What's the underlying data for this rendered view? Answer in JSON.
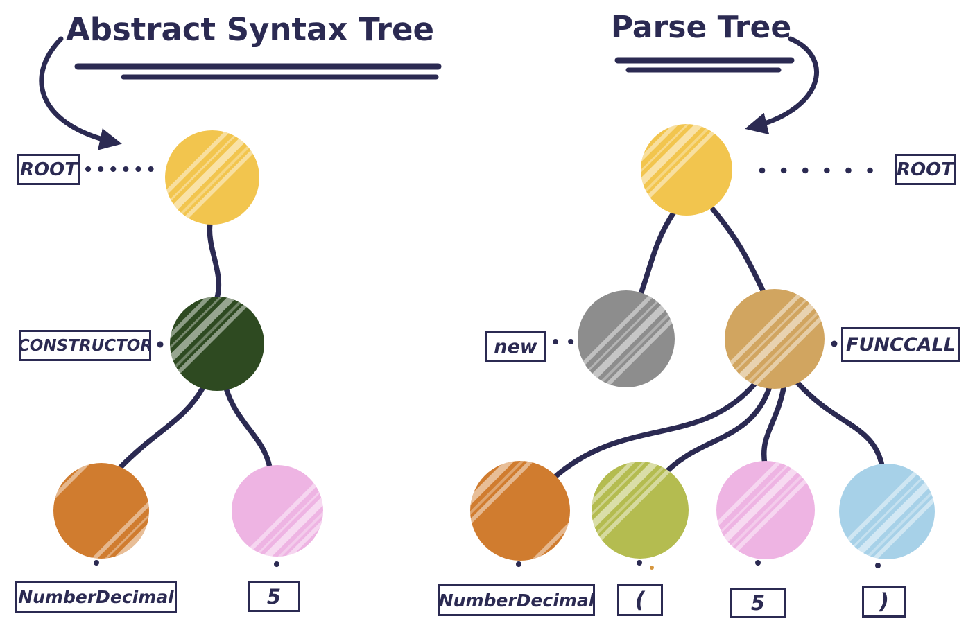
{
  "titles": {
    "ast": "Abstract Syntax Tree",
    "parse": "Parse Tree"
  },
  "colors": {
    "ink": "#2b2a52",
    "yellow": "#f2c54e",
    "green": "#2e4a21",
    "orange": "#d07c2f",
    "pink": "#eeb4e3",
    "gray": "#8d8d8d",
    "tan": "#d1a560",
    "olive": "#b4bc50",
    "blue": "#a7d1e8",
    "speck_orange": "#d6973f"
  },
  "ast": {
    "root_label": "ROOT",
    "constructor_label": "CONSTRUCTOR",
    "number_decimal_label": "NumberDecimal",
    "five_label": "5"
  },
  "parse": {
    "root_label": "ROOT",
    "new_label": "new",
    "funccall_label": "FUNCCALL",
    "number_decimal_label": "NumberDecimal",
    "open_paren_label": "(",
    "five_label": "5",
    "close_paren_label": ")"
  }
}
